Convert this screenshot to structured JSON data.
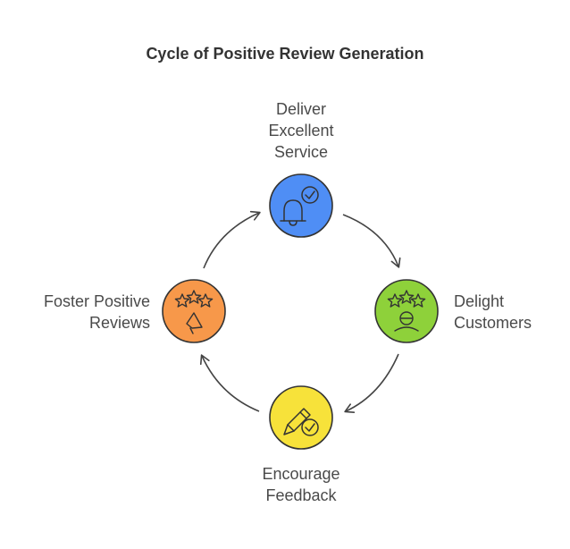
{
  "title": "Cycle of Positive Review Generation",
  "steps": [
    {
      "id": "deliver",
      "lines": [
        "Deliver",
        "Excellent",
        "Service"
      ],
      "color": "#4f8ef5",
      "icon": "bell-check-icon"
    },
    {
      "id": "delight",
      "lines": [
        "Delight",
        "Customers"
      ],
      "color": "#8ed13a",
      "icon": "stars-customer-icon"
    },
    {
      "id": "encourage",
      "lines": [
        "Encourage",
        "Feedback"
      ],
      "color": "#f7e23a",
      "icon": "pencil-check-icon"
    },
    {
      "id": "foster",
      "lines": [
        "Foster Positive",
        "Reviews"
      ],
      "color": "#f7984a",
      "icon": "stars-megaphone-icon"
    }
  ]
}
